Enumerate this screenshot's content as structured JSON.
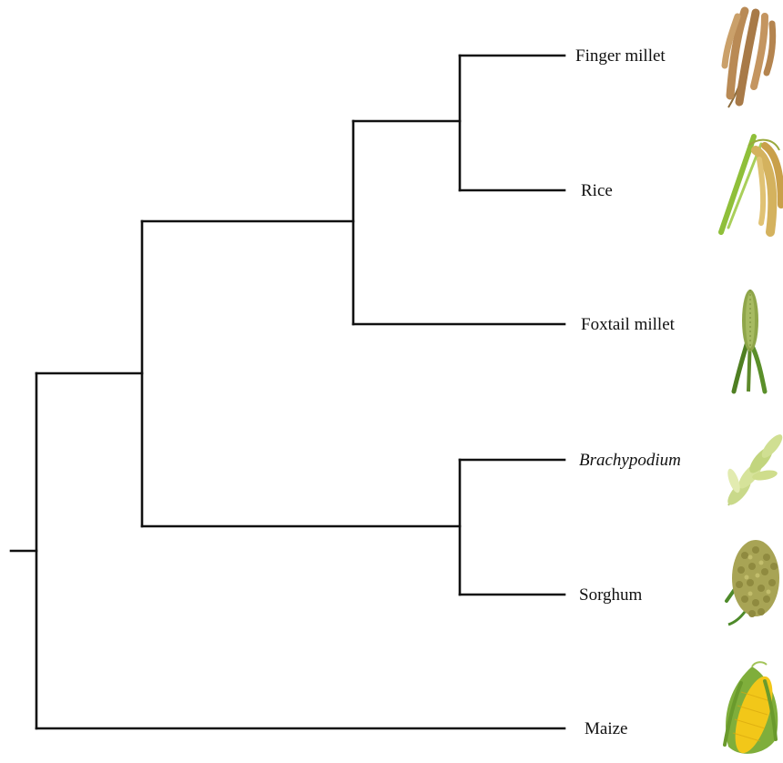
{
  "taxa": [
    {
      "id": "finger-millet",
      "label": "Finger millet",
      "italic": false,
      "image": "finger-millet-panicle"
    },
    {
      "id": "rice",
      "label": "Rice",
      "italic": false,
      "image": "rice-panicle"
    },
    {
      "id": "foxtail-millet",
      "label": "Foxtail millet",
      "italic": false,
      "image": "foxtail-millet-spike"
    },
    {
      "id": "brachypodium",
      "label": "Brachypodium",
      "italic": true,
      "image": "brachypodium-spikelet"
    },
    {
      "id": "sorghum",
      "label": "Sorghum",
      "italic": false,
      "image": "sorghum-head"
    },
    {
      "id": "maize",
      "label": "Maize",
      "italic": false,
      "image": "maize-ear"
    }
  ],
  "topology": "((((Finger millet, Rice), Foxtail millet), (Brachypodium, Sorghum)), Maize)",
  "colors": {
    "branch": "#111111",
    "finger_millet": "#b98a55",
    "rice_leaf": "#8fbf3a",
    "rice_grain": "#d4b25e",
    "foxtail": "#8fa64a",
    "brachypodium": "#c9d98a",
    "sorghum": "#a8a455",
    "maize_kernel": "#f2c719",
    "maize_husk": "#7fae3b"
  }
}
